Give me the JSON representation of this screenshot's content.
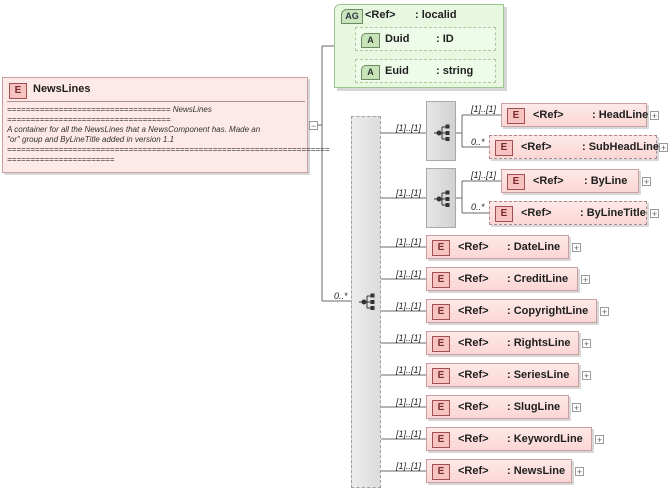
{
  "root": {
    "badge": "E",
    "name": "NewsLines",
    "doc_lines": [
      "=================================== NewsLines",
      "===================================",
      "A container for all the NewsLines that a NewsComponent has. Made an",
      "\"or\" group  and ByLineTitle added in version 1.1",
      "=====================================================================",
      "======================="
    ]
  },
  "attribute_group": {
    "badge": "AG",
    "ref": "<Ref>",
    "name": ": localid",
    "attributes": [
      {
        "badge": "A",
        "name": "Duid",
        "type": ": ID"
      },
      {
        "badge": "A",
        "name": "Euid",
        "type": ": string"
      }
    ]
  },
  "outer_sequence": {
    "cardinality": "0..*"
  },
  "choices": [
    {
      "cardinality": "[1]..[1]"
    },
    {
      "cardinality": "[1]..[1]"
    }
  ],
  "choice_children": [
    {
      "badge": "E",
      "ref": "<Ref>",
      "name": ": HeadLine",
      "cardinality": "[1]..[1]"
    },
    {
      "badge": "E",
      "ref": "<Ref>",
      "name": ": SubHeadLine",
      "cardinality": "0..*"
    },
    {
      "badge": "E",
      "ref": "<Ref>",
      "name": ": ByLine",
      "cardinality": "[1]..[1]"
    },
    {
      "badge": "E",
      "ref": "<Ref>",
      "name": ": ByLineTitle",
      "cardinality": "0..*"
    }
  ],
  "elements": [
    {
      "badge": "E",
      "ref": "<Ref>",
      "name": ": DateLine",
      "cardinality": "[1]..[1]"
    },
    {
      "badge": "E",
      "ref": "<Ref>",
      "name": ": CreditLine",
      "cardinality": "[1]..[1]"
    },
    {
      "badge": "E",
      "ref": "<Ref>",
      "name": ": CopyrightLine",
      "cardinality": "[1]..[1]"
    },
    {
      "badge": "E",
      "ref": "<Ref>",
      "name": ": RightsLine",
      "cardinality": "[1]..[1]"
    },
    {
      "badge": "E",
      "ref": "<Ref>",
      "name": ": SeriesLine",
      "cardinality": "[1]..[1]"
    },
    {
      "badge": "E",
      "ref": "<Ref>",
      "name": ": SlugLine",
      "cardinality": "[1]..[1]"
    },
    {
      "badge": "E",
      "ref": "<Ref>",
      "name": ": KeywordLine",
      "cardinality": "[1]..[1]"
    },
    {
      "badge": "E",
      "ref": "<Ref>",
      "name": ": NewsLine",
      "cardinality": "[1]..[1]"
    }
  ]
}
